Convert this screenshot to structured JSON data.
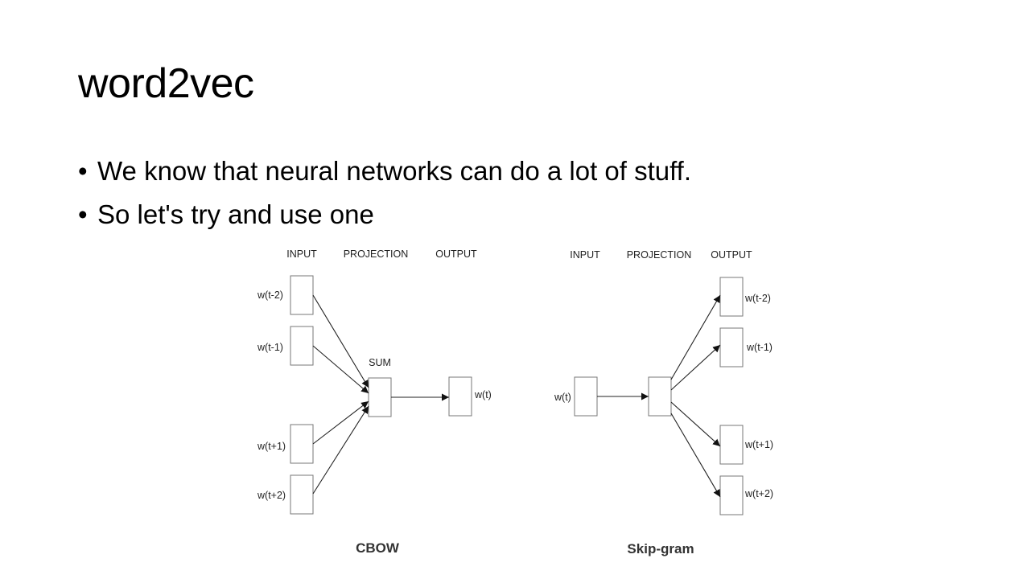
{
  "slide": {
    "title": "word2vec",
    "bullets": [
      "We know that neural networks can do a lot of stuff.",
      "So let's try and use one"
    ]
  },
  "diagram": {
    "cbow": {
      "caption": "CBOW",
      "headers": [
        "INPUT",
        "PROJECTION",
        "OUTPUT"
      ],
      "inputs": [
        "w(t-2)",
        "w(t-1)",
        "w(t+1)",
        "w(t+2)"
      ],
      "sum_label": "SUM",
      "output": "w(t)"
    },
    "skipgram": {
      "caption": "Skip-gram",
      "headers": [
        "INPUT",
        "PROJECTION",
        "OUTPUT"
      ],
      "input": "w(t)",
      "outputs": [
        "w(t-2)",
        "w(t-1)",
        "w(t+1)",
        "w(t+2)"
      ]
    }
  }
}
